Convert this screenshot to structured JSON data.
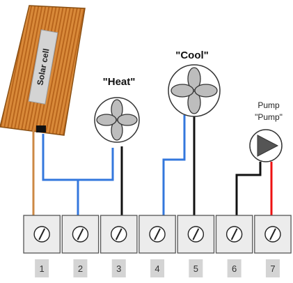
{
  "solar_cell": {
    "label": "Solar cell"
  },
  "fans": [
    {
      "id": "heat",
      "label": "\"Heat\""
    },
    {
      "id": "cool",
      "label": "\"Cool\""
    }
  ],
  "pump": {
    "label_line1": "Pump",
    "label_line2": "\"Pump\""
  },
  "terminals": [
    {
      "number": "1"
    },
    {
      "number": "2"
    },
    {
      "number": "3"
    },
    {
      "number": "4"
    },
    {
      "number": "5"
    },
    {
      "number": "6"
    },
    {
      "number": "7"
    }
  ],
  "colors": {
    "solar_panel_fill": "#d98a3a",
    "solar_panel_stripe": "#b8651c",
    "wire_orange": "#cc8844",
    "wire_blue": "#3377dd",
    "wire_black": "#111111",
    "wire_red": "#ee1111",
    "terminal_fill": "#ececec",
    "number_box_fill": "#d4d4d4",
    "fan_blade_fill": "#bdbdbd"
  }
}
